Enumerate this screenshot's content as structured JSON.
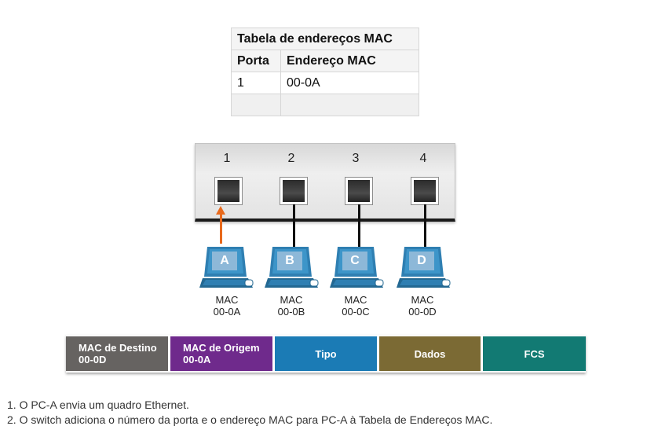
{
  "mac_table": {
    "title": "Tabela de endereços MAC",
    "headers": [
      "Porta",
      "Endereço MAC"
    ],
    "rows": [
      {
        "port": "1",
        "mac": "00-0A"
      }
    ]
  },
  "switch": {
    "ports": [
      "1",
      "2",
      "3",
      "4"
    ]
  },
  "pcs": [
    {
      "label": "A",
      "mac_line1": "MAC",
      "mac_line2": "00-0A"
    },
    {
      "label": "B",
      "mac_line1": "MAC",
      "mac_line2": "00-0B"
    },
    {
      "label": "C",
      "mac_line1": "MAC",
      "mac_line2": "00-0C"
    },
    {
      "label": "D",
      "mac_line1": "MAC",
      "mac_line2": "00-0D"
    }
  ],
  "frame": {
    "dst_line1": "MAC de Destino",
    "dst_line2": "00-0D",
    "src_line1": "MAC de Origem",
    "src_line2": "00-0A",
    "type": "Tipo",
    "data": "Dados",
    "fcs": "FCS"
  },
  "colors": {
    "arrow": "#e8691c",
    "dst": "#666361",
    "src": "#6f2a8c",
    "type": "#1b7bb5",
    "data": "#7b6a34",
    "fcs": "#127a73",
    "pc": "#2f7fb2"
  },
  "steps": [
    "1. O PC-A envia um quadro Ethernet.",
    "2. O switch adiciona o número da porta e o endereço MAC para PC-A à Tabela de Endereços MAC."
  ]
}
